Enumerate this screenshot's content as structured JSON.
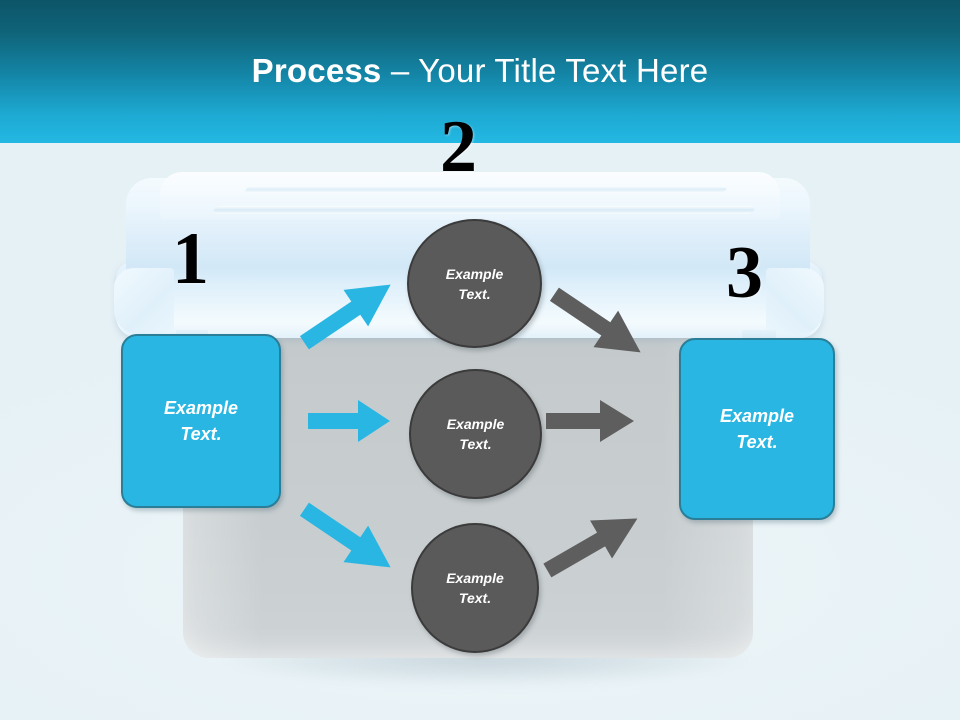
{
  "slide": {
    "header": {
      "title_strong": "Process",
      "title_rest": " – Your Title Text Here",
      "gradient_top": "#0d5468",
      "gradient_bottom": "#23b8e3"
    },
    "steps": [
      {
        "number": "1"
      },
      {
        "number": "2"
      },
      {
        "number": "3"
      }
    ],
    "boxes": [
      {
        "name": "input",
        "line1": "Example",
        "line2": "Text.",
        "fill": "#29b6e2",
        "border": "#2a7e98"
      },
      {
        "name": "output",
        "line1": "Example",
        "line2": "Text.",
        "fill": "#29b6e2",
        "border": "#2a7e98"
      }
    ],
    "circles": [
      {
        "name": "top",
        "line1": "Example",
        "line2": "Text.",
        "fill": "#5a5a5a",
        "border": "#3b3b3b"
      },
      {
        "name": "middle",
        "line1": "Example",
        "line2": "Text.",
        "fill": "#5a5a5a",
        "border": "#3b3b3b"
      },
      {
        "name": "bottom",
        "line1": "Example",
        "line2": "Text.",
        "fill": "#5a5a5a",
        "border": "#3b3b3b"
      }
    ],
    "arrows": {
      "inbound_color": "#29b6e2",
      "outbound_color": "#5e5e5e",
      "inbound": [
        {
          "name": "input-to-top-circle",
          "direction": "up-right"
        },
        {
          "name": "input-to-middle-circle",
          "direction": "right"
        },
        {
          "name": "input-to-bottom-circle",
          "direction": "down-right"
        }
      ],
      "outbound": [
        {
          "name": "top-circle-to-output",
          "direction": "down-right"
        },
        {
          "name": "middle-circle-to-output",
          "direction": "right"
        },
        {
          "name": "bottom-circle-to-output",
          "direction": "up-right"
        }
      ]
    },
    "background": {
      "description": "plastic-storage-container",
      "tub_color": "#c6cccd",
      "lid_color": "#e6f2fb",
      "backdrop_color": "#eef5f9"
    }
  }
}
